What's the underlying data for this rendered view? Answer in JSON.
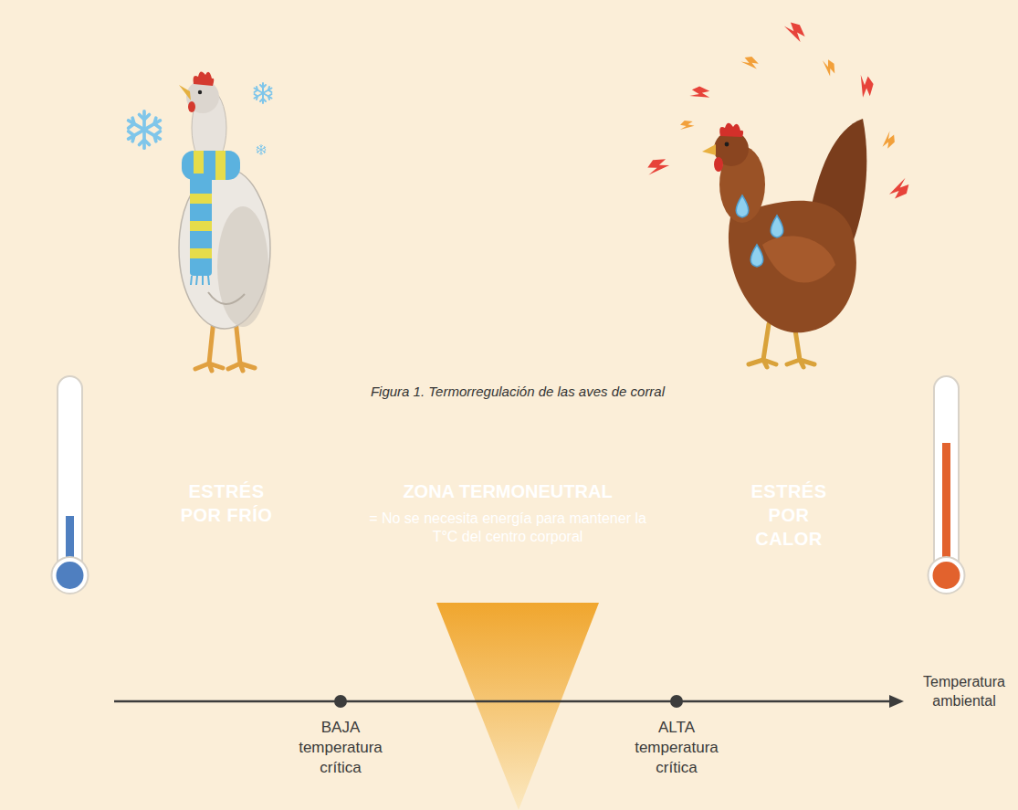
{
  "diagram": {
    "caption": "Figura 1. Termorregulación de las aves de corral",
    "nodes": [
      {
        "text": [
          "ESTRÉS POR FRÍO"
        ]
      },
      {
        "text": [
          "ZONA TERMONEUTRAL",
          "= No se necesita energía para mantener la T°C del centro corporal"
        ]
      },
      {
        "text": [
          "ESTRÉS POR CALOR"
        ]
      }
    ],
    "labels": [
      "BAJA temperatura crítica",
      "ALTA temperatura crítica",
      "Temperatura ambiental"
    ]
  }
}
